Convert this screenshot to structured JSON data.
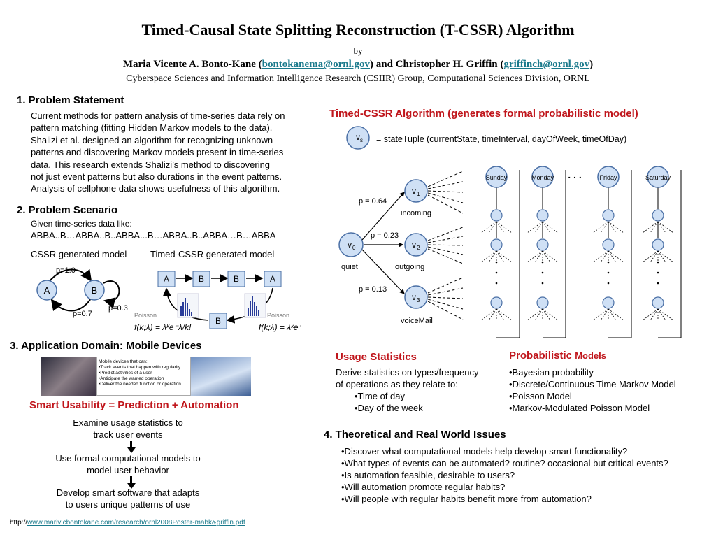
{
  "header": {
    "title": "Timed-Causal State Splitting Reconstruction (T-CSSR) Algorithm",
    "by": "by",
    "author1": "Maria Vicente A. Bonto-Kane (",
    "email1": "bontokanema@ornl.gov",
    "author_mid": ") and Christopher H. Griffin (",
    "email2": "griffinch@ornl.gov",
    "author_end": ")",
    "affiliation": "Cyberspace Sciences and Information Intelligence Research (CSIIR) Group, Computational Sciences Division, ORNL"
  },
  "s1": {
    "heading": "1.  Problem Statement",
    "lines": [
      "Current methods for pattern analysis of time-series data rely on",
      "pattern matching (fitting Hidden Markov models to the data).",
      "Shalizi et al. designed an algorithm for recognizing unknown",
      "patterns and discovering Markov models present in time-series",
      "data.  This research extends Shalizi’s method to discovering",
      "not just event patterns but also durations in the event patterns.",
      "Analysis of cellphone data shows usefulness of this algorithm."
    ]
  },
  "s2": {
    "heading": "2.  Problem Scenario",
    "given": "Given time-series data like:",
    "sequence": "ABBA..B…ABBA..B..ABBA...B…ABBA..B..ABBA…B…ABBA",
    "cssr_label": "CSSR generated model",
    "tcssr_label": "Timed-CSSR generated model",
    "cssr": {
      "a": "A",
      "b": "B",
      "p1": "p=1.0",
      "p2": "p=0.7",
      "p3": "p=0.3"
    },
    "tcssr": {
      "n1": "A",
      "n2": "B",
      "n3": "B",
      "n4": "A",
      "n5": "B",
      "poisson": "Poisson"
    }
  },
  "s3": {
    "heading": "3.  Application Domain:  Mobile Devices",
    "box_lines": [
      "Mobile devices that can:",
      "•Track events that happen with regularity",
      "•Predict activities of a user",
      "•Anticipate the wanted operation",
      "•Deliver the needed function or operation"
    ],
    "smart": "Smart Usability = Prediction + Automation",
    "flow": [
      [
        "Examine usage statistics to",
        "track user events"
      ],
      [
        "Use formal computational models to",
        "model user behavior"
      ],
      [
        "Develop smart software that adapts",
        "to users unique patterns of use"
      ]
    ]
  },
  "algo": {
    "heading": "Timed-CSSR Algorithm (generates formal probabilistic model)",
    "vs": "v",
    "vs_sub": "s",
    "state_tuple": "= stateTuple (currentState, timeInterval, dayOfWeek, timeOfDay)",
    "v0": "v",
    "v0_sub": "0",
    "v1": "v",
    "v1_sub": "1",
    "v2": "v",
    "v2_sub": "2",
    "v3": "v",
    "v3_sub": "3",
    "p064": "p = 0.64",
    "p023": "p = 0.23",
    "p013": "p = 0.13",
    "quiet": "quiet",
    "incoming": "incoming",
    "outgoing": "outgoing",
    "voicemail": "voiceMail",
    "days": [
      "Sunday",
      "Monday",
      "Friday",
      "Saturday"
    ],
    "ellipsis": ". . ."
  },
  "usage": {
    "heading": "Usage Statistics",
    "l1": "Derive statistics on types/frequency",
    "l2": "of operations as they relate to:",
    "items": [
      "•Time of day",
      "•Day of the week"
    ]
  },
  "prob": {
    "heading_a": "Probabilistic ",
    "heading_b": "Models",
    "items": [
      "•Bayesian probability",
      "•Discrete/Continuous Time Markov Model",
      "•Poisson Model",
      "•Markov-Modulated Poisson Model"
    ]
  },
  "s4": {
    "heading": "4.  Theoretical and Real World Issues",
    "items": [
      "•Discover what computational models help develop smart functionality?",
      "•What types of events can be automated? routine? occasional but critical events?",
      "•Is automation feasible, desirable to users?",
      "•Will automation promote regular habits?",
      "•Will people with regular habits benefit more from automation?"
    ]
  },
  "footer": {
    "prefix": "http://",
    "url": "www.marivicbontokane.com/research/ornl2008Poster-mabk&griffin.pdf"
  }
}
